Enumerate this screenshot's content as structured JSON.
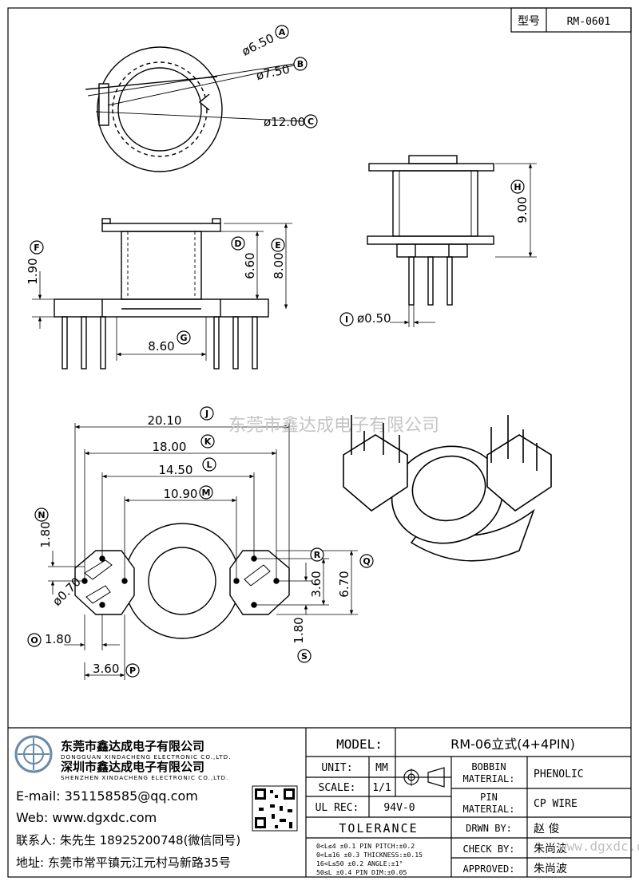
{
  "header": {
    "type_label": "型号",
    "model_code": "RM-0601"
  },
  "watermark": "东莞市鑫达成电子有限公司",
  "footer_watermark": "www.dgxdc.com",
  "dims": {
    "A": "ø6.50",
    "B": "ø7.50",
    "C": "ø12.00",
    "D": "6.60",
    "E": "8.00",
    "F": "1.90",
    "G": "8.60",
    "H": "9.00",
    "I": "ø0.50",
    "J": "20.10",
    "K": "18.00",
    "L": "14.50",
    "M": "10.90",
    "N": "1.80",
    "O": "1.80",
    "P": "3.60",
    "Q": "6.70",
    "R": "3.60",
    "S": "1.80",
    "pin_dia": "ø0.70"
  },
  "letters": [
    "A",
    "B",
    "C",
    "D",
    "E",
    "F",
    "G",
    "H",
    "I",
    "J",
    "K",
    "L",
    "M",
    "N",
    "O",
    "P",
    "Q",
    "R",
    "S"
  ],
  "company": {
    "name_cn_1": "东莞市鑫达成电子有限公司",
    "name_en_1": "DONGGUAN XINDACHENG ELECTRONIC CO.,LTD.",
    "name_cn_2": "深圳市鑫达成电子有限公司",
    "name_en_2": "SHENZHEN XINDACHENG ELECTRONIC CO.,LTD.",
    "email": "E-mail: 351158585@qq.com",
    "web": "Web: www.dgxdc.com",
    "contact": "联系人: 朱先生 18925200748(微信同号)",
    "address": "地址: 东莞市常平镇元江元村马新路35号"
  },
  "title_block": {
    "model_label": "MODEL:",
    "model_value": "RM-06立式(4+4PIN)",
    "unit_label": "UNIT:",
    "unit_value": "MM",
    "scale_label": "SCALE:",
    "scale_value": "1/1",
    "ul_label": "UL REC:",
    "ul_value": "94V-0",
    "tolerance_label": "TOLERANCE",
    "tol_rows": [
      "0<L≤4    ±0.1  PIN PITCH:±0.2",
      "0<L≤16   ±0.3  THICKNESS:±0.15",
      "16<L≤50  ±0.2  ANGLE:±1°",
      "50≤L     ±0.4  PIN DIM:±0.05"
    ],
    "bobbin_label_1": "BOBBIN",
    "bobbin_label_2": "MATERIAL:",
    "bobbin_value": "PHENOLIC",
    "pin_label_1": "PIN",
    "pin_label_2": "MATERIAL:",
    "pin_value": "CP WIRE",
    "drawn_label": "DRWN BY:",
    "drawn_value": "赵 俊",
    "check_label": "CHECK BY:",
    "check_value": "朱尚波",
    "approved_label": "APPROVED:",
    "approved_value": "朱尚波"
  }
}
